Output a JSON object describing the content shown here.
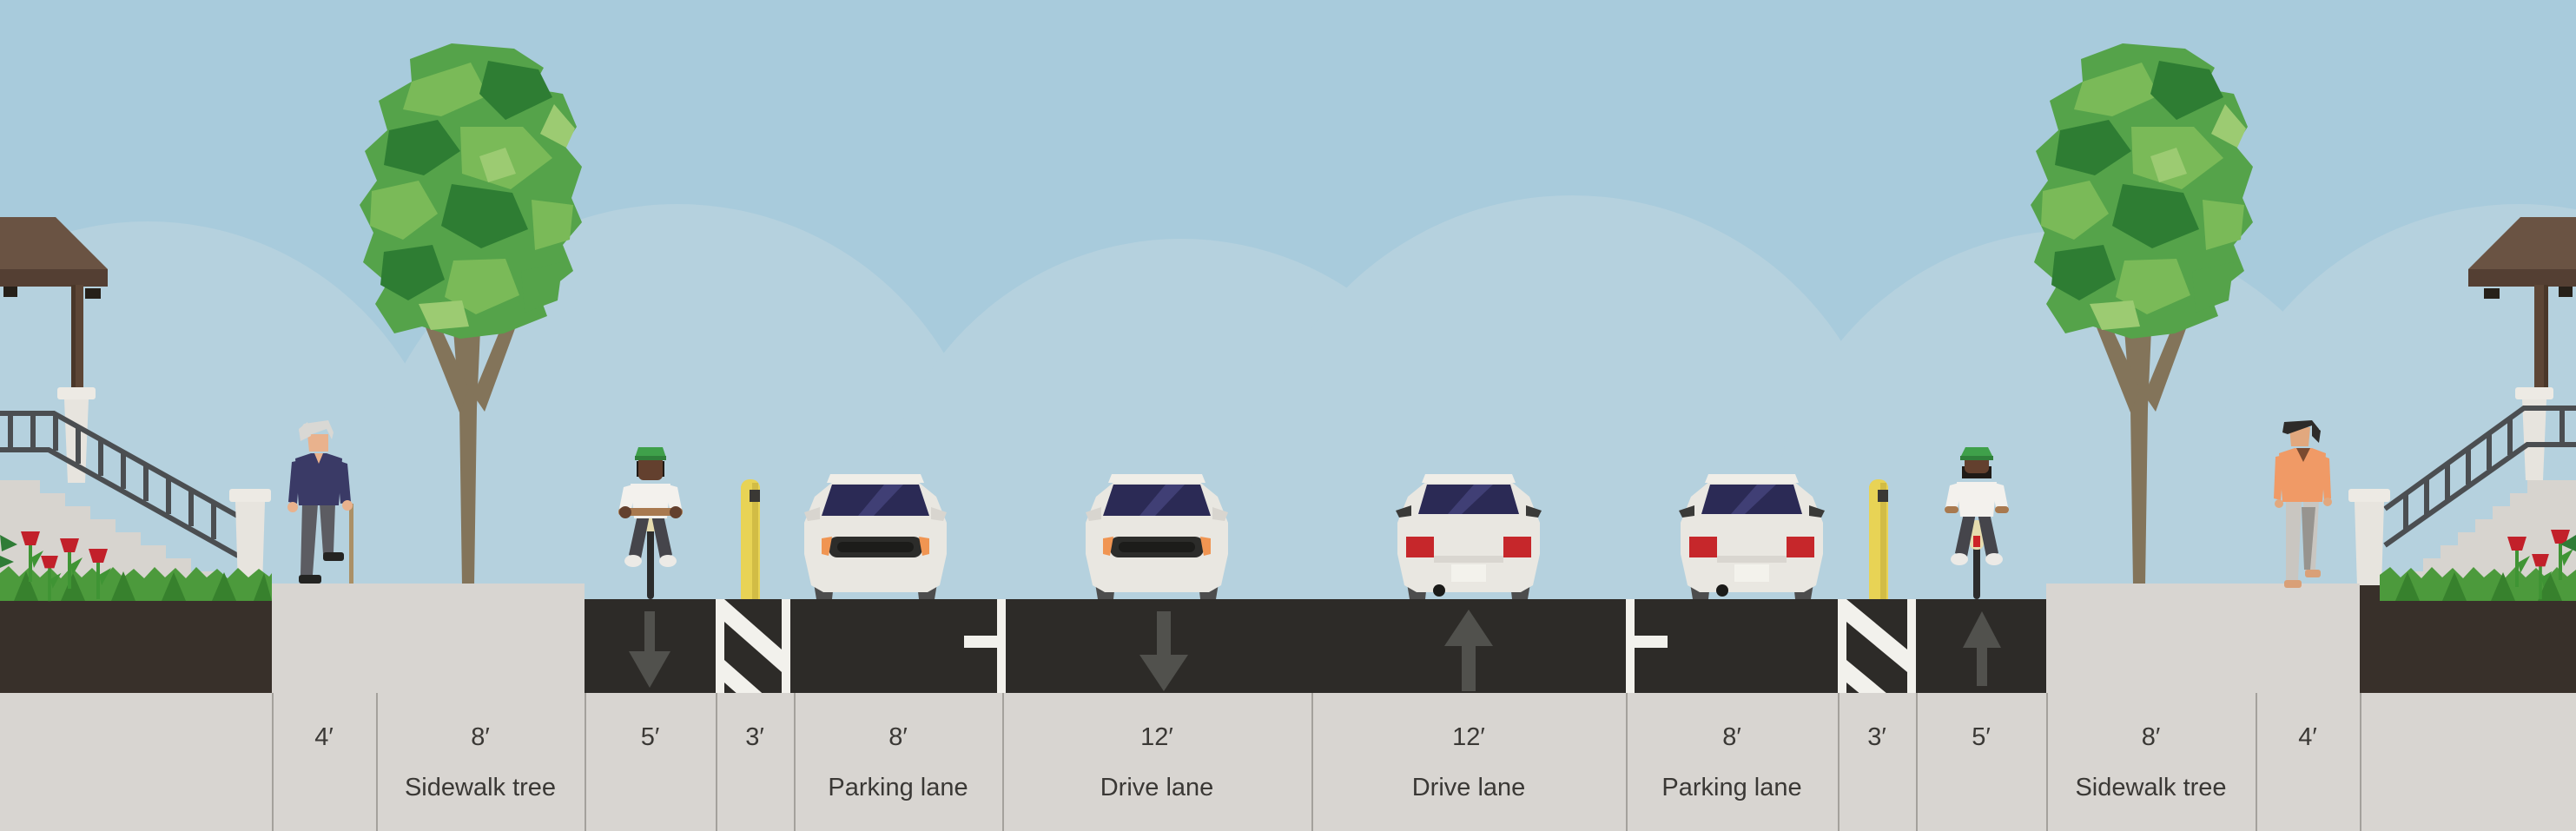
{
  "street": {
    "segments": [
      {
        "width_label": "4′",
        "name": ""
      },
      {
        "width_label": "8′",
        "name": "Sidewalk tree"
      },
      {
        "width_label": "5′",
        "name": ""
      },
      {
        "width_label": "3′",
        "name": ""
      },
      {
        "width_label": "8′",
        "name": "Parking lane"
      },
      {
        "width_label": "12′",
        "name": "Drive lane"
      },
      {
        "width_label": "12′",
        "name": "Drive lane"
      },
      {
        "width_label": "8′",
        "name": "Parking lane"
      },
      {
        "width_label": "3′",
        "name": ""
      },
      {
        "width_label": "5′",
        "name": ""
      },
      {
        "width_label": "8′",
        "name": "Sidewalk tree"
      },
      {
        "width_label": "4′",
        "name": ""
      }
    ]
  },
  "colors": {
    "sky": "#a8cbdc",
    "cloud": "#b5d1de",
    "road": "#2d2b28",
    "surface": "#d8d5d1",
    "soil": "#38302a",
    "divider": "#a4a19c",
    "label_text": "#3a3835",
    "lane_marking": "#f2f1ec",
    "arrow": "#51514d",
    "bollard_yellow": "#e8d355"
  }
}
